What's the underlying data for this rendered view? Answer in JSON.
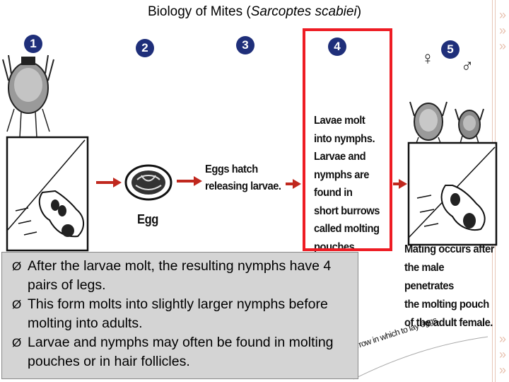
{
  "title": {
    "prefix": "Biology of Mites (",
    "species": "Sarcoptes scabiei",
    "suffix": ")"
  },
  "steps": [
    "1",
    "2",
    "3",
    "4",
    "5"
  ],
  "labels": {
    "egg": "Egg",
    "eggs_hatch": [
      "Eggs hatch",
      "releasing larvae."
    ],
    "larvae_molt": [
      "Lavae molt",
      "into nymphs.",
      "Larvae and",
      "nymphs are",
      "found in",
      "short burrows",
      "called molting",
      "pouches."
    ],
    "female_symbol": "♀",
    "male_symbol": "♂",
    "mating": [
      "Mating occurs after",
      "the male penetrates",
      "the molting pouch",
      "of the adult female."
    ],
    "burrow": "rrow in which to lay eggs."
  },
  "bullets": [
    "After the larvae molt, the resulting nymphs have 4 pairs of legs.",
    "This form molts into slightly larger nymphs before molting into adults.",
    "Larvae and nymphs may often be found in molting pouches or in hair follicles."
  ],
  "colors": {
    "highlight_box": "#ee1c24",
    "arrow": "#c0281e",
    "step_circle": "#1f2f7a",
    "bullet_panel": "#d4d4d4"
  }
}
